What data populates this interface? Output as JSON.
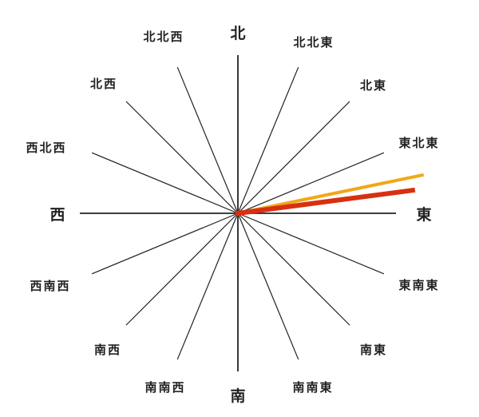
{
  "directions": [
    {
      "label": "北",
      "bearing": 0
    },
    {
      "label": "北北東",
      "bearing": 22.5
    },
    {
      "label": "北東",
      "bearing": 45
    },
    {
      "label": "東北東",
      "bearing": 67.5
    },
    {
      "label": "東",
      "bearing": 90
    },
    {
      "label": "東南東",
      "bearing": 112.5
    },
    {
      "label": "南東",
      "bearing": 135
    },
    {
      "label": "南南東",
      "bearing": 157.5
    },
    {
      "label": "南",
      "bearing": 180
    },
    {
      "label": "南南西",
      "bearing": 202.5
    },
    {
      "label": "南西",
      "bearing": 225
    },
    {
      "label": "西南西",
      "bearing": 247.5
    },
    {
      "label": "西",
      "bearing": 270
    },
    {
      "label": "西北西",
      "bearing": 292.5
    },
    {
      "label": "北西",
      "bearing": 315
    },
    {
      "label": "北北西",
      "bearing": 337.5
    }
  ],
  "pointers": [
    {
      "name": "orange-pointer",
      "bearing": 78.3,
      "length_ratio": 1.2,
      "color": "#f0a818"
    },
    {
      "name": "red-pointer",
      "bearing": 82.5,
      "length_ratio": 1.13,
      "color": "#d83010"
    }
  ]
}
